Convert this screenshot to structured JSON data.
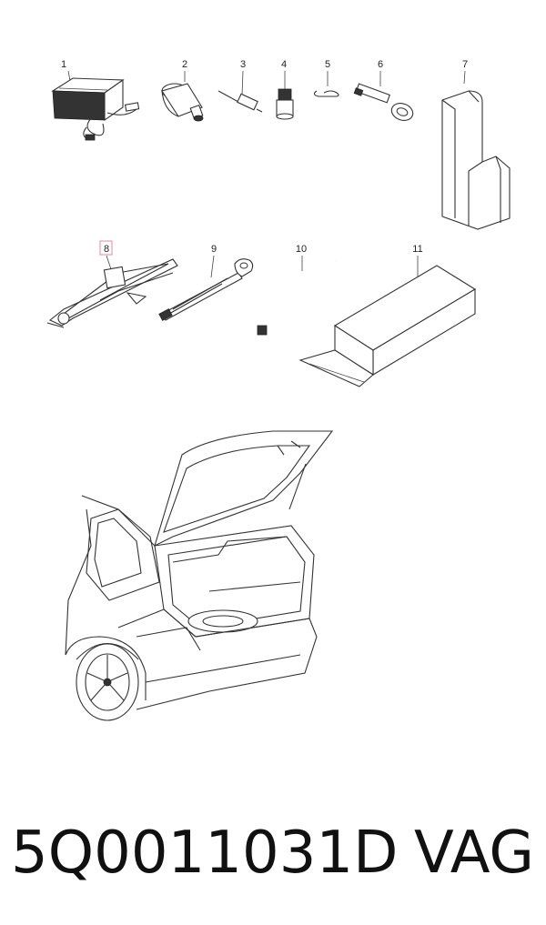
{
  "callouts": [
    "1",
    "2",
    "3",
    "4",
    "5",
    "6",
    "7",
    "8",
    "9",
    "10",
    "11"
  ],
  "highlight_color": "#e88a9a",
  "footer": {
    "part_number": "5Q0011031D",
    "brand": "VAG"
  }
}
